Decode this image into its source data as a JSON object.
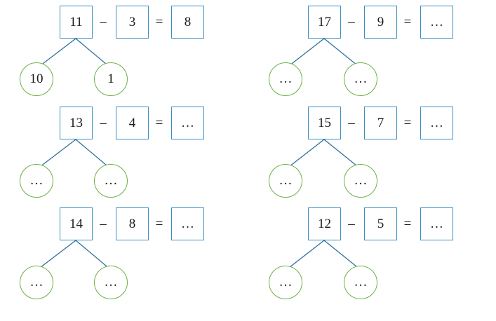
{
  "minus_sign": "–",
  "equals_sign": "=",
  "problems": [
    {
      "minuend": "11",
      "subtrahend": "3",
      "answer": "8",
      "left_part": "10",
      "right_part": "1"
    },
    {
      "minuend": "17",
      "subtrahend": "9",
      "answer": "…",
      "left_part": "…",
      "right_part": "…"
    },
    {
      "minuend": "13",
      "subtrahend": "4",
      "answer": "…",
      "left_part": "…",
      "right_part": "…"
    },
    {
      "minuend": "15",
      "subtrahend": "7",
      "answer": "…",
      "left_part": "…",
      "right_part": "…"
    },
    {
      "minuend": "14",
      "subtrahend": "8",
      "answer": "…",
      "left_part": "…",
      "right_part": "…"
    },
    {
      "minuend": "12",
      "subtrahend": "5",
      "answer": "…",
      "left_part": "…",
      "right_part": "…"
    }
  ],
  "colors": {
    "box_border": "#3b8ec4",
    "circle_border": "#6cb044",
    "line": "#2f6f9a"
  }
}
